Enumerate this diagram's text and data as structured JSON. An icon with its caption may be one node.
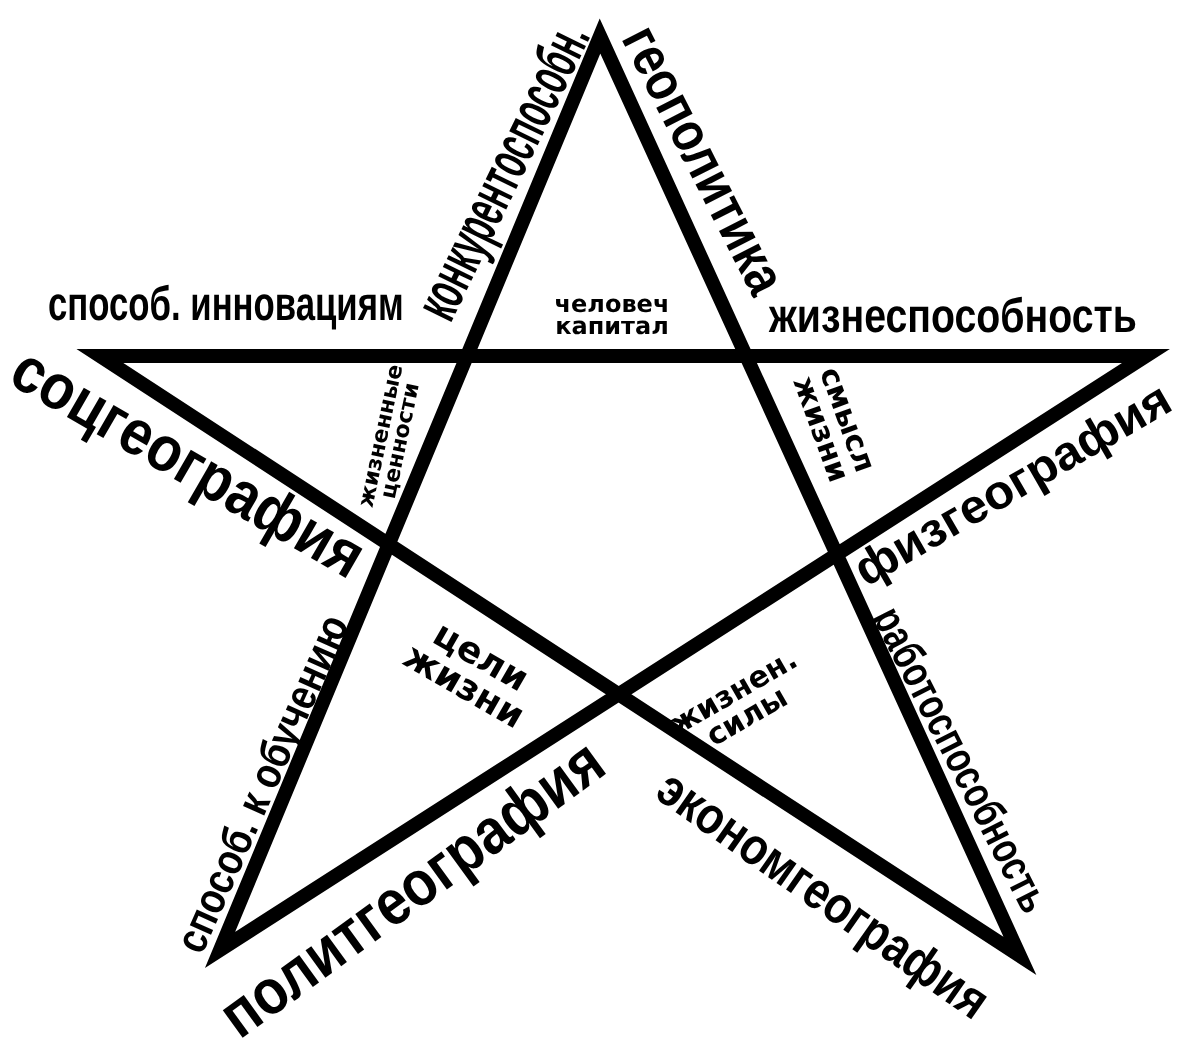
{
  "diagram": {
    "labels": [
      "конкурентоспособн.",
      "геополитика",
      "способ. инновациям",
      "человеч капитал",
      "жизнеспособность",
      "соцгеография",
      "жизненные ценности",
      "смысл жизни",
      "физгеография",
      "цели жизни",
      "жизнен. силы",
      "способ. к обучению",
      "работоспособность",
      "политгеография",
      "экономгеография"
    ]
  }
}
